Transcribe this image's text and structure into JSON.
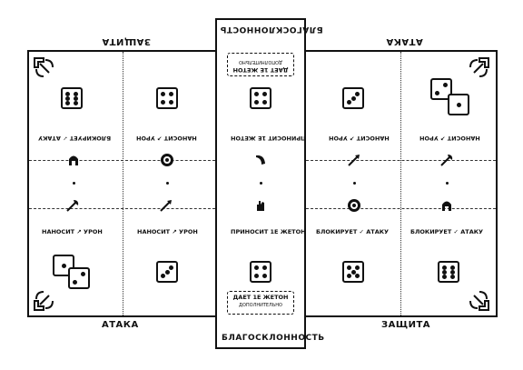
{
  "titles": {
    "top_left": "ЗАЩИТА",
    "top_right": "АТАКА",
    "bottom_left": "АТАКА",
    "bottom_right": "ЗАЩИТА",
    "center_top": "БЛАГОСКЛОННОСТЬ",
    "center_bottom": "БЛАГОСКЛОННОСТЬ"
  },
  "favor_box": {
    "line1": "ДАЕТ 1Е ЖЕТОН",
    "line2": "ДОПОЛНИТЕЛЬНО"
  },
  "labels": {
    "blocks_attack": "БЛОКИРУЕТ ✓ АТАКУ",
    "deals_damage": "НАНОСИТ ↗ УРОН",
    "brings_token": "ПРИНОСИТ 1Е ЖЕТОН"
  },
  "icons": [
    "helmet-icon",
    "shield-icon",
    "horn-icon",
    "arrow-icon",
    "axe-icon",
    "hand-icon",
    "knot-icon"
  ]
}
